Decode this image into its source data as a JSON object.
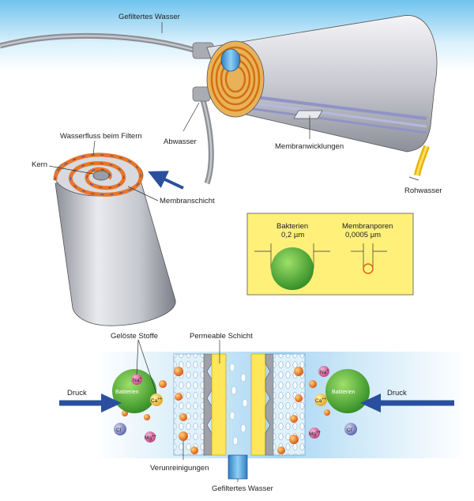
{
  "labels": {
    "filtered_water_top": "Gefiltertes Wasser",
    "waste_water": "Abwasser",
    "membrane_windings": "Membranwicklungen",
    "raw_water": "Rohwasser",
    "water_flow": "Wasserfluss beim Filtern",
    "core": "Kern",
    "membrane_layer": "Membranschicht",
    "dissolved_substances": "Gelöste Stoffe",
    "permeable_layer": "Permeable Schicht",
    "pressure_left": "Druck",
    "pressure_right": "Druck",
    "impurities": "Verunreinigungen",
    "filtered_water_bottom": "Gefiltertes Wasser"
  },
  "size_comparison": {
    "bacteria_label": "Bakterien",
    "bacteria_size": "0,2 µm",
    "pore_label": "Membranporen",
    "pore_size": "0,0005 µm"
  },
  "ions": {
    "sodium": "Na",
    "sodium_charge": "+",
    "calcium": "Ca",
    "calcium_charge": "++",
    "chloride": "Cl",
    "chloride_charge": "-",
    "magnesium": "Mg",
    "magnesium_charge": "++"
  },
  "bacteria_text": "Bakterien",
  "colors": {
    "membrane_yellow": "#ffe65a",
    "bacteria_green": "#4aa832",
    "arrow_blue": "#2a4f9e",
    "info_box": "#fff07a",
    "impurity_orange": "#f07a1e",
    "water_blue": "#bfe3f7"
  }
}
